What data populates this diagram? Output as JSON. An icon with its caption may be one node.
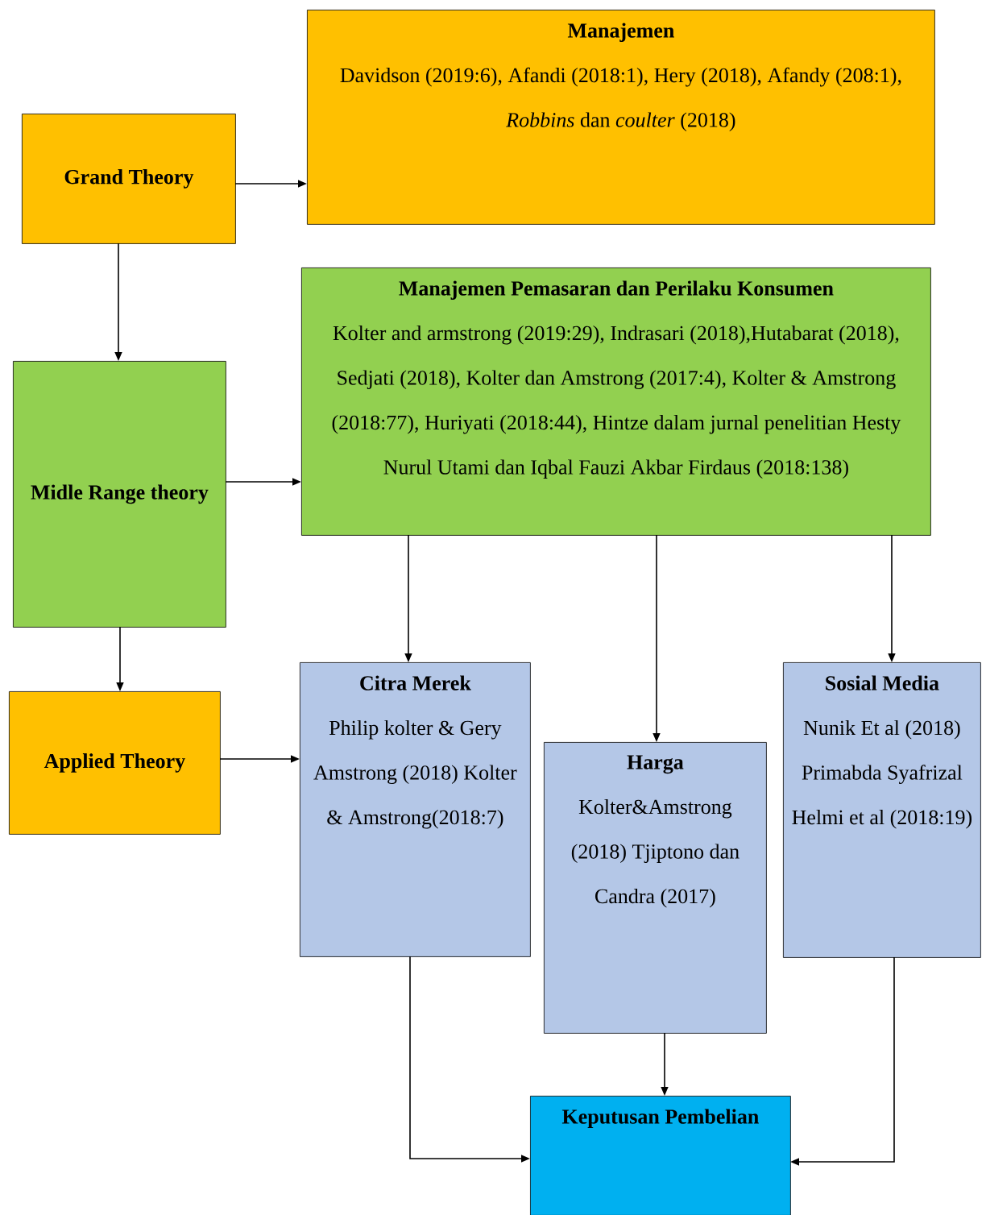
{
  "diagram": {
    "nodes": [
      {
        "text": [
          "Grand Theory"
        ]
      },
      {
        "text": [
          "Manajemen",
          "Davidson (2019:6), Afandi (2018:1), Hery (2018), Afandy (208:1), *Robbins* dan *coulter* (2018)"
        ]
      },
      {
        "text": [
          "Midle Range theory"
        ]
      },
      {
        "text": [
          "Manajemen Pemasaran dan Perilaku Konsumen",
          "Kolter and armstrong (2019:29), Indrasari (2018),Hutabarat (2018), Sedjati (2018), Kolter dan Amstrong (2017:4), Kolter & Amstrong (2018:77), Huriyati (2018:44), Hintze dalam jurnal penelitian Hesty Nurul Utami dan Iqbal Fauzi Akbar Firdaus (2018:138)"
        ]
      },
      {
        "text": [
          "Applied Theory"
        ]
      },
      {
        "text": [
          "Citra Merek",
          "Philip kolter & Gery Amstrong (2018) Kolter & Amstrong(2018:7)"
        ]
      },
      {
        "text": [
          "Harga",
          "Kolter&Amstrong (2018) Tjiptono dan Candra (2017)"
        ]
      },
      {
        "text": [
          "Sosial Media",
          "Nunik Et al (2018) Primabda Syafrizal Helmi et al (2018:19)"
        ]
      },
      {
        "text": [
          "Keputusan Pembelian"
        ]
      }
    ],
    "edges": [
      {
        "from": 0,
        "to": 1,
        "arrow": "to"
      },
      {
        "from": 0,
        "to": 2,
        "arrow": "to"
      },
      {
        "from": 2,
        "to": 3,
        "arrow": "to"
      },
      {
        "from": 2,
        "to": 4,
        "arrow": "to"
      },
      {
        "from": 4,
        "to": 5,
        "arrow": "to"
      },
      {
        "from": 3,
        "to": 5,
        "arrow": "to"
      },
      {
        "from": 3,
        "to": 6,
        "arrow": "to"
      },
      {
        "from": 3,
        "to": 7,
        "arrow": "to"
      },
      {
        "from": 6,
        "to": 8,
        "arrow": "to"
      },
      {
        "from": 5,
        "to": 8,
        "arrow": "to"
      },
      {
        "from": 7,
        "to": 8,
        "arrow": "to"
      }
    ]
  }
}
